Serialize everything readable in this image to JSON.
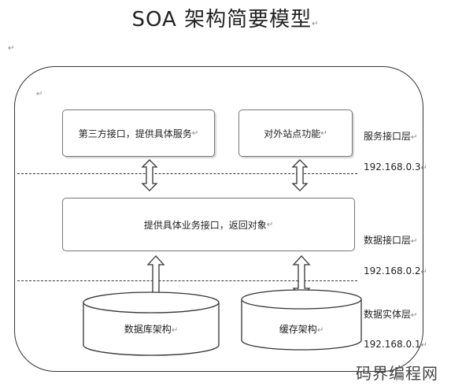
{
  "title": "SOA 架构简要模型",
  "paragraph_mark": "↵",
  "boxes": {
    "third_party": "第三方接口，提供具体服务",
    "external_site": "对外站点功能",
    "business_api": "提供具体业务接口，返回对象",
    "database": "数据库架构",
    "cache": "缓存架构"
  },
  "layers": {
    "service": {
      "name": "服务接口层",
      "ip": "192.168.0.3"
    },
    "data_api": {
      "name": "数据接口层",
      "ip": "192.168.0.2"
    },
    "data_entity": {
      "name": "数据实体层",
      "ip": "192.168.0.1"
    }
  },
  "watermark": "码界编程网"
}
